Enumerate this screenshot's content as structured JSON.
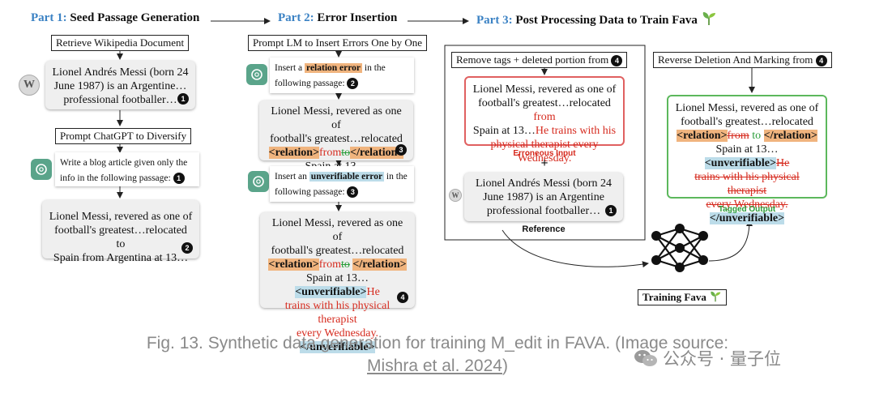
{
  "parts": {
    "p1_num": "Part 1:",
    "p1_title": "Seed Passage Generation",
    "p2_num": "Part 2:",
    "p2_title": "Error Insertion",
    "p3_num": "Part 3:",
    "p3_title": "Post Processing Data to Train Fava"
  },
  "col1": {
    "retrieve": "Retrieve Wikipedia Document",
    "wiki_line1": "Lionel Andrés Messi (born 24",
    "wiki_line2": "June 1987) is an Argentine…",
    "wiki_line3": "professional footballer…",
    "badge1": "1",
    "diversify": "Prompt ChatGPT to Diversify",
    "blog_line1": "Write a blog article given only the",
    "blog_line2": "info in the following passage:",
    "badge_blog": "1",
    "seed_line1": "Lionel Messi, revered as one of",
    "seed_line2": "football's greatest…relocated to",
    "seed_line3": "Spain from Argentina at 13…",
    "badge2": "2"
  },
  "col2": {
    "prompt_lm": "Prompt LM to Insert Errors One by One",
    "ins1_pre": "Insert a",
    "ins1_err": "relation error",
    "ins1_post": "in the",
    "ins1_line2": "following passage:",
    "ins1_badge": "2",
    "p3_line1": "Lionel Messi, revered as one of",
    "p3_line2": "football's greatest…relocated",
    "tag_rel_open": "<relation>",
    "w_from": "from",
    "w_to": "to",
    "tag_rel_close": "</relation>",
    "p3_line4": "Spain at 13…",
    "p3_badge": "3",
    "ins2_pre": "Insert an",
    "ins2_err": "unverifiable error",
    "ins2_post": "in the",
    "ins2_line2": "following passage:",
    "ins2_badge": "3",
    "p4_line1": "Lionel Messi, revered as one of",
    "p4_line2": "football's greatest…relocated",
    "p4_spain": "Spain at 13…",
    "tag_unv_open": "<unverifiable>",
    "p4_he": "He",
    "p4_red2": "trains with his physical therapist",
    "p4_red3": "every Wednesday.",
    "tag_unv_close": "</unverifiable>",
    "p4_badge": "4"
  },
  "col3": {
    "remove": "Remove tags + deleted portion from",
    "remove_badge": "4",
    "err_line1": "Lionel Messi, revered as one of",
    "err_line2": "football's greatest…relocated",
    "err_from": "from",
    "err_spain": "Spain at 13…",
    "err_red1": "He trains with his",
    "err_red2": "physical therapist every",
    "err_red3": "Wednesday.",
    "erroneous_label": "Erroneous Input",
    "plus": "+",
    "ref_line1": "Lionel Andrés Messi (born 24",
    "ref_line2": "June 1987) is an Argentine",
    "ref_line3": "professional footballer…",
    "ref_badge": "1",
    "reference_label": "Reference",
    "reverse": "Reverse Deletion And Marking from",
    "reverse_badge": "4",
    "tag_line1": "Lionel Messi, revered as one of",
    "tag_line2": "football's greatest…relocated",
    "tag_rel_open": "<relation>",
    "tag_from": "from",
    "tag_to": "to",
    "tag_rel_close": "</relation>",
    "tag_spain": "Spain at 13…",
    "tag_unv_open": "<unverifiable>",
    "tag_he": "He",
    "tag_red2": "trains with his physical therapist",
    "tag_red3": "every Wednesday.",
    "tag_unv_close": "</unverifiable>",
    "tagged_output_label": "Tagged Output",
    "training": "Training Fava"
  },
  "caption": {
    "line1": "Fig. 13. Synthetic data generation for training M_edit in FAVA. (Image source:",
    "link": "Mishra et al. 2024",
    "close": ")"
  },
  "watermark": {
    "text": "公众号 · 量子位"
  },
  "colors": {
    "part_blue": "#3b82c4",
    "relation": "#f0b47e",
    "unverifiable": "#bcdce9",
    "error_red": "#d62b1f",
    "tagged_green": "#2a9d3a",
    "erroneous_border": "#e06060",
    "tagged_border": "#5cb85c"
  },
  "icons": {
    "gpt": "chatgpt-logo-icon",
    "wiki": "wikipedia-globe-icon",
    "fava": "sprout-icon"
  }
}
